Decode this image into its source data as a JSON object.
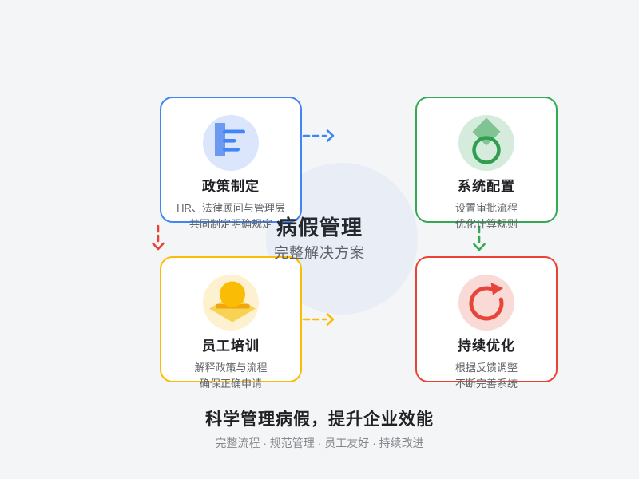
{
  "center": {
    "title": "病假管理",
    "subtitle": "完整解决方案"
  },
  "cards": [
    {
      "id": "policy",
      "title": "政策制定",
      "desc": [
        "HR、法律顾问与管理层",
        "共同制定明确规定"
      ],
      "icon": "policy-list-icon",
      "accent": "#4285f4"
    },
    {
      "id": "config",
      "title": "系统配置",
      "desc": [
        "设置审批流程",
        "优化计算规则"
      ],
      "icon": "system-config-icon",
      "accent": "#34a853"
    },
    {
      "id": "training",
      "title": "员工培训",
      "desc": [
        "解释政策与流程",
        "确保正确申请"
      ],
      "icon": "employee-training-icon",
      "accent": "#fbbc05"
    },
    {
      "id": "optimize",
      "title": "持续优化",
      "desc": [
        "根据反馈调整",
        "不断完善系统"
      ],
      "icon": "refresh-cycle-icon",
      "accent": "#ea4335"
    }
  ],
  "arrows": [
    {
      "from": "policy",
      "to": "config",
      "color": "#4285f4",
      "direction": "right"
    },
    {
      "from": "config",
      "to": "optimize",
      "color": "#34a853",
      "direction": "down"
    },
    {
      "from": "policy",
      "to": "training",
      "color": "#ea4335",
      "direction": "down"
    },
    {
      "from": "training",
      "to": "optimize",
      "color": "#fbbc05",
      "direction": "right"
    }
  ],
  "footer": {
    "title": "科学管理病假，提升企业效能",
    "subtitle": "完整流程 · 规范管理 · 员工友好 · 持续改进"
  },
  "colors": {
    "background": "#f4f5f6",
    "card_background": "#ffffff",
    "center_circle": "#e9edf6",
    "title_text": "#202124",
    "muted_text": "#5f6368",
    "footer_muted_text": "#84888d",
    "blue": "#4285f4",
    "green": "#34a853",
    "yellow": "#fbbc05",
    "red": "#ea4335"
  }
}
